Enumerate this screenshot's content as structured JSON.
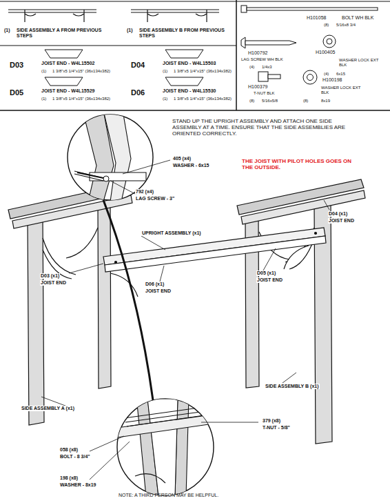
{
  "diagram": {
    "labels": [
      "(1)",
      "SIDE ASSEMBLY A FROM PREVIOUS STEPS",
      "(1)",
      "SIDE ASSEMBLY B FROM PREVIOUS STEPS",
      "D03",
      "JOIST END - W4L15502",
      "(1)",
      "1 3/8\"x5 1/4\"x15\" (36x134x382)",
      "D04",
      "JOIST END - W4L15503",
      "(1)",
      "1 3/8\"x5 1/4\"x15\" (36x134x382)",
      "D05",
      "JOIST END - W4L15529",
      "(1)",
      "1 3/8\"x5 1/4\"x15\" (36x134x382)",
      "D06",
      "JOIST END - W4L15530",
      "(1)",
      "1 3/8\"x5 1/4\"x15\" (36x134x382)",
      "H101058",
      "BOLT WH BLK",
      "(8)",
      "5/16x8 3/4",
      "H100792",
      "LAG SCREW WH BLK",
      "(4)",
      "1/4x3",
      "H100405",
      "WASHER LOCK EXT BLK",
      "(4)",
      "6x15",
      "H100379",
      "T-NUT BLK",
      "(8)",
      "5/16x5/8",
      "H100198",
      "WASHER LOCK EXT BLK",
      "(8)",
      "8x19",
      "STAND UP THE UPRIGHT ASSEMBLY AND ATTACH ONE SIDE ASSEMBLY AT A TIME. ENSURE THAT THE SIDE ASSEMBLIES ARE ORIENTED CORRECTLY.",
      "405 (x4)",
      "WASHER - 6x15",
      "THE JOIST WITH PILOT HOLES GOES ON THE OUTSIDE.",
      "792 (x4)",
      "LAG SCREW - 3\"",
      "D04 (x1)",
      "JOIST END",
      "UPRIGHT ASSEMBLY (x1)",
      "D03 (x1)",
      "JOIST END",
      "D06 (x1)",
      "JOIST END",
      "D05 (x1)",
      "JOIST END",
      "SIDE ASSEMBLY B (x1)",
      "SIDE ASSEMBLY A (x1)",
      "379 (x8)",
      "T-NUT - 5/8\"",
      "058 (x8)",
      "BOLT - 8 3/4\"",
      "198 (x8)",
      "WASHER - 8x19",
      "NOTE: A THIRD PERSON MAY BE HELPFUL."
    ]
  }
}
